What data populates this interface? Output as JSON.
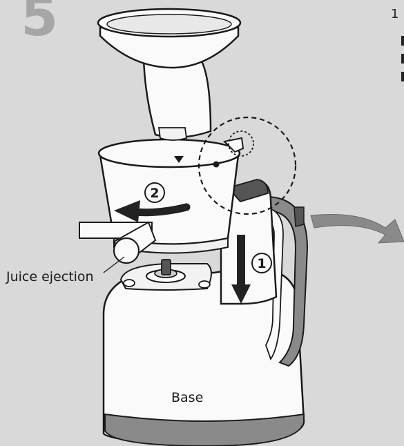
{
  "step_number": "5",
  "labels": {
    "juice_ejection": "Juice ejection",
    "base": "Base"
  },
  "markers": {
    "step_1": "1",
    "step_2": "2"
  },
  "side_note": {
    "number": "1"
  },
  "colors": {
    "background": "#d9d9d9",
    "body_white": "#fafafa",
    "outline": "#1a1a1a",
    "arrow_dark": "#222222",
    "accent_gray": "#8a8a8a",
    "step_number_gray": "#a6a6a6"
  }
}
